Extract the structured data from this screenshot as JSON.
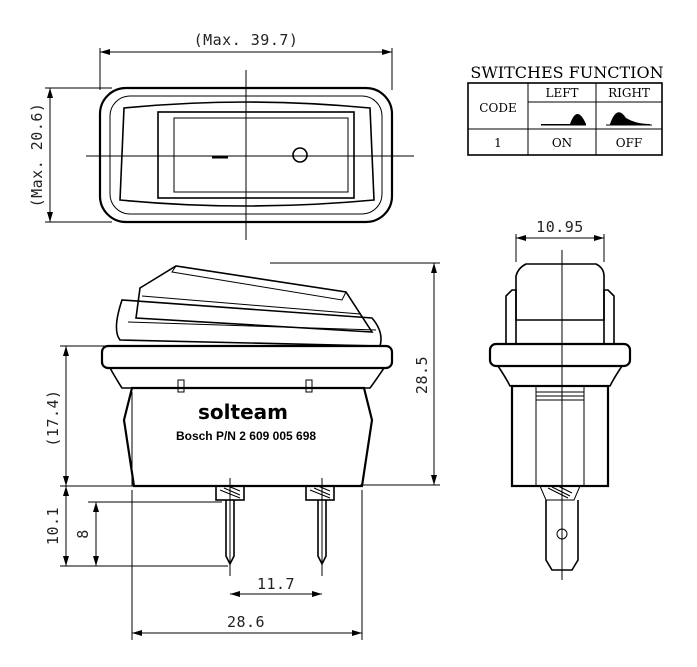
{
  "dimensions": {
    "width_max": "(Max. 39.7)",
    "height_max": "(Max. 20.6)",
    "depth": "10.95",
    "total_height": "28.5",
    "body_height": "(17.4)",
    "terminal_length": "10.1",
    "terminal_short": "8",
    "pin_spacing": "11.7",
    "body_width": "28.6"
  },
  "labels": {
    "brand": "solteam",
    "part_number": "Bosch P/N 2 609 005 698",
    "on_symbol": "–",
    "off_symbol": "O"
  },
  "switches_function": {
    "title": "SWITCHES FUNCTION",
    "headers": [
      "CODE",
      "LEFT",
      "RIGHT"
    ],
    "rows": [
      [
        "1",
        "ON",
        "OFF"
      ]
    ]
  }
}
